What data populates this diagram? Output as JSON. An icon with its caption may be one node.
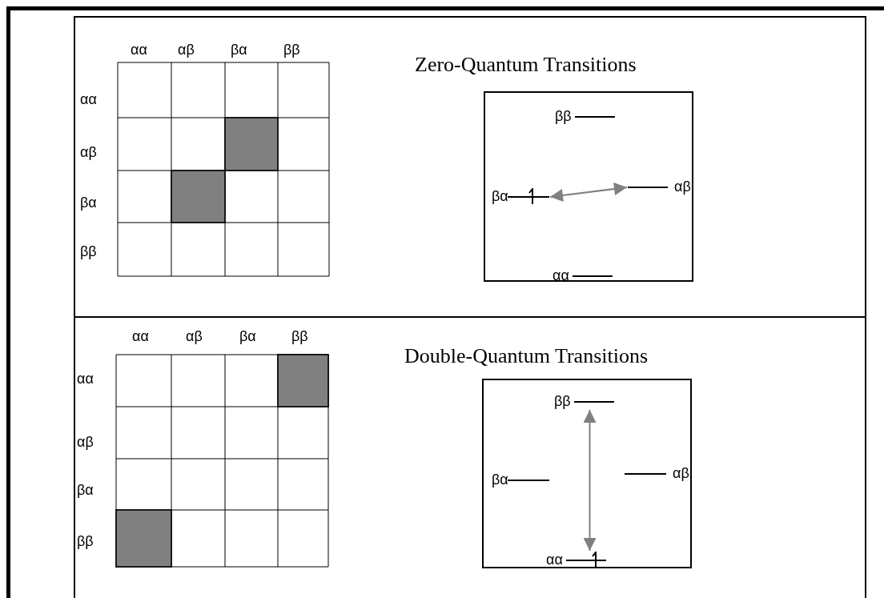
{
  "diagram": {
    "nodes": [
      {
        "text": [],
        "shape": "box"
      },
      {
        "text": [
          "ββ"
        ],
        "in": 0
      },
      {
        "text": [
          "βα"
        ],
        "in": 0
      },
      {
        "text": [
          "αβ"
        ],
        "in": 0
      },
      {
        "text": [
          "αα"
        ],
        "in": 0
      },
      {
        "text": [],
        "shape": "box"
      },
      {
        "text": [
          "ββ"
        ],
        "in": 5
      },
      {
        "text": [
          "βα"
        ],
        "in": 5
      },
      {
        "text": [
          "αβ"
        ],
        "in": 5
      },
      {
        "text": [
          "αα"
        ],
        "in": 5
      }
    ],
    "edges": [
      {
        "from": 2,
        "to": 3,
        "arrow": "both"
      },
      {
        "from": 6,
        "to": 9,
        "arrow": "both"
      }
    ],
    "labels": [
      "αα",
      "αβ",
      "βα",
      "ββ",
      "Zero-Quantum Transitions",
      "αα",
      "αβ",
      "βα",
      "ββ",
      "αα",
      "αβ",
      "βα",
      "ββ",
      "Double-Quantum Transitions",
      "αα",
      "αβ",
      "βα",
      "ββ"
    ]
  }
}
